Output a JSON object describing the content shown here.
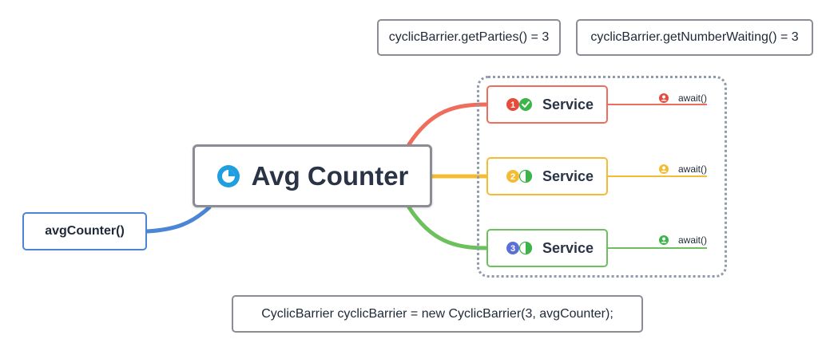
{
  "root": {
    "label": "Avg Counter",
    "icon": "pie-chart-icon",
    "color": "#1f9ee0"
  },
  "left_node": {
    "label": "avgCounter()",
    "connector_color": "#4a86d4"
  },
  "notes": {
    "parties": "cyclicBarrier.getParties() = 3",
    "waiting": "cyclicBarrier.getNumberWaiting() = 3",
    "constructor": "CyclicBarrier cyclicBarrier = new CyclicBarrier(3, avgCounter);"
  },
  "services": [
    {
      "label": "Service",
      "number": "1",
      "number_color": "#e84a3c",
      "progress": "complete",
      "progress_color": "#3cb44a",
      "branch_color": "#ee6d5d",
      "await_label": "await()",
      "await_icon": "user-icon"
    },
    {
      "label": "Service",
      "number": "2",
      "number_color": "#f4bc35",
      "progress": "half",
      "progress_color": "#3cb44a",
      "branch_color": "#f4bc35",
      "await_label": "await()",
      "await_icon": "user-icon"
    },
    {
      "label": "Service",
      "number": "3",
      "number_color": "#5a6fd8",
      "progress": "half",
      "progress_color": "#3cb44a",
      "branch_color": "#6cc05d",
      "await_label": "await()",
      "await_icon": "user-icon"
    }
  ]
}
